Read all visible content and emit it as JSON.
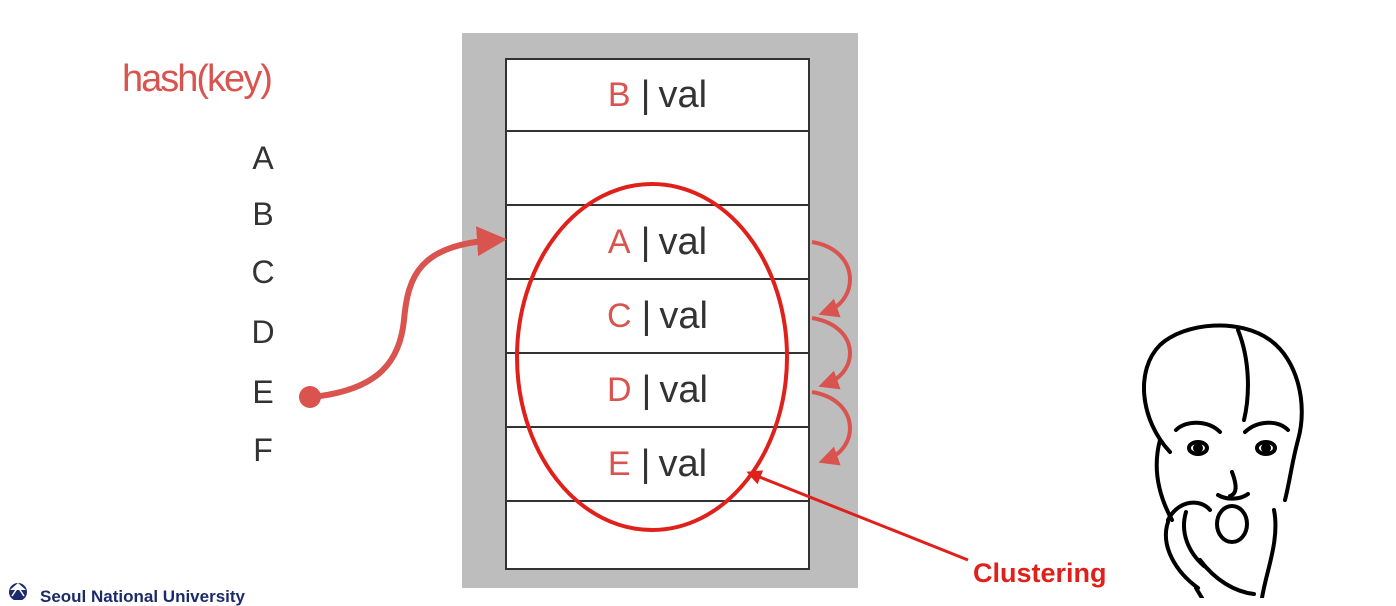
{
  "hash_label": "hash(key)",
  "keys": [
    "A",
    "B",
    "C",
    "D",
    "E",
    "F"
  ],
  "slots": [
    {
      "key": "B",
      "sep": "|",
      "value": "val"
    },
    {
      "key": "",
      "sep": "",
      "value": ""
    },
    {
      "key": "A",
      "sep": "|",
      "value": "val"
    },
    {
      "key": "C",
      "sep": "|",
      "value": "val"
    },
    {
      "key": "D",
      "sep": "|",
      "value": "val"
    },
    {
      "key": "E",
      "sep": "|",
      "value": "val"
    },
    {
      "key": "",
      "sep": "",
      "value": ""
    }
  ],
  "clustering_label": "Clustering",
  "logo": {
    "name": "Seoul National University"
  },
  "colors": {
    "accent": "#d9534f",
    "label_red": "#e0201b",
    "table_border": "#333333",
    "table_bg": "#bdbdbd"
  },
  "icons": [
    "shocked-face-icon",
    "university-logo-icon"
  ]
}
